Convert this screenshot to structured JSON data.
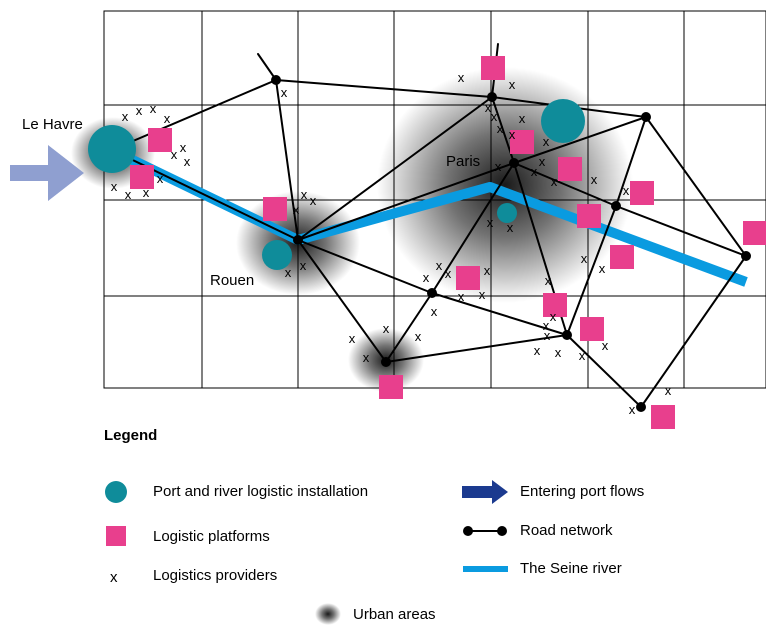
{
  "cities": {
    "le_havre": "Le Havre",
    "rouen": "Rouen",
    "paris": "Paris"
  },
  "provider_mark": "x",
  "legend": {
    "title": "Legend",
    "port": "Port and river logistic installation",
    "platforms": "Logistic platforms",
    "providers": "Logistics providers",
    "port_flows": "Entering port flows",
    "road": "Road network",
    "river": "The Seine river",
    "urban": "Urban areas"
  },
  "colors": {
    "port": "#0f8c9a",
    "platform": "#e83f8d",
    "river": "#0a9be0",
    "road": "#000000",
    "flow_arrow_map": "#8f9fd0",
    "flow_arrow_legend": "#1b3a8f",
    "grid": "#000000"
  }
}
